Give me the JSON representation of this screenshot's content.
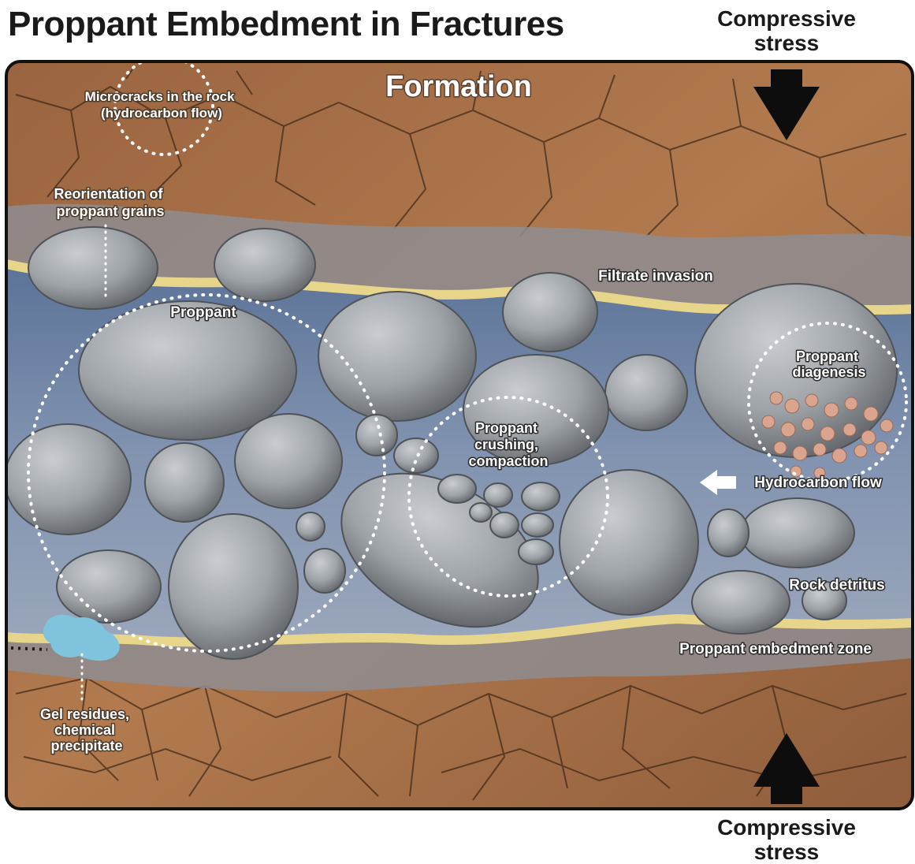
{
  "title": "Proppant Embedment in Fractures",
  "stress_top": {
    "line1": "Compressive",
    "line2": "stress"
  },
  "stress_bottom": {
    "line1": "Compressive",
    "line2": "stress"
  },
  "formation_label": "Formation",
  "labels": {
    "microcracks_line1": "Microcracks in the rock",
    "microcracks_line2": "(hydrocarbon flow)",
    "reorientation_line1": "Reorientation of",
    "reorientation_line2": "proppant grains",
    "proppant": "Proppant",
    "filtrate": "Filtrate invasion",
    "diagenesis_line1": "Proppant",
    "diagenesis_line2": "diagenesis",
    "crushing_line1": "Proppant",
    "crushing_line2": "crushing,",
    "crushing_line3": "compaction",
    "hydrocarbon_flow": "Hydrocarbon flow",
    "rock_detritus": "Rock detritus",
    "embedment_zone": "Proppant embedment zone",
    "gel_line1": "Gel residues,",
    "gel_line2": "chemical",
    "gel_line3": "precipitate"
  },
  "colors": {
    "rock_formation": "#a86f45",
    "fracture_fluid": "#6f86a8",
    "embedment_zone": "#e8d58c",
    "proppant_grain": "#9ea3a8",
    "gel_residue": "#7fc3dc",
    "diagenesis_crystals": "#d9a58f"
  }
}
